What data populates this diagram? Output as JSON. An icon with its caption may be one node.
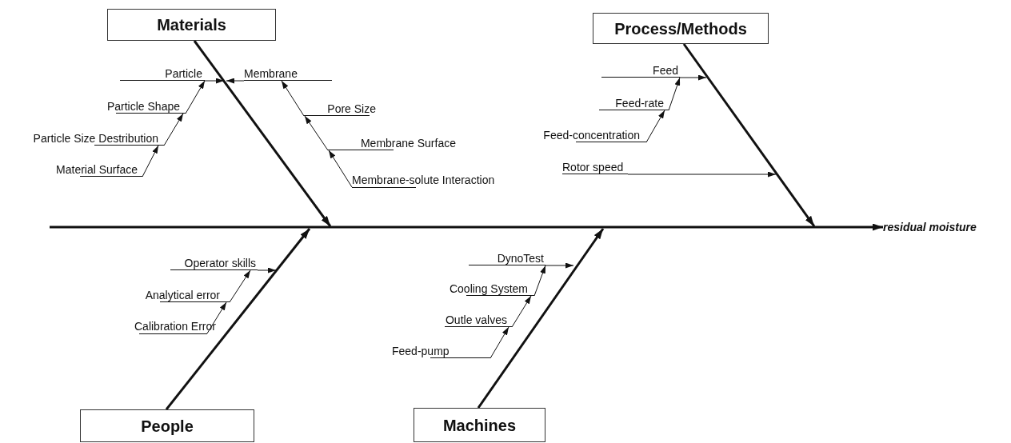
{
  "diagram": {
    "nodes": [
      {
        "text": [
          "Materials"
        ]
      },
      {
        "text": [
          "Particle"
        ]
      },
      {
        "text": [
          "Membrane"
        ]
      },
      {
        "text": [
          "Particle Shape"
        ]
      },
      {
        "text": [
          "Particle Size Destribution"
        ]
      },
      {
        "text": [
          "Material Surface"
        ]
      },
      {
        "text": [
          "Pore Size"
        ]
      },
      {
        "text": [
          "Membrane Surface"
        ]
      },
      {
        "text": [
          "Membrane-solute Interaction"
        ]
      },
      {
        "text": [
          "Process/Methods"
        ]
      },
      {
        "text": [
          "Feed"
        ]
      },
      {
        "text": [
          "Feed-rate"
        ]
      },
      {
        "text": [
          "Feed-concentration"
        ]
      },
      {
        "text": [
          "Rotor speed"
        ]
      },
      {
        "text": [
          "residual moisture"
        ]
      },
      {
        "text": [
          "Operator skills"
        ]
      },
      {
        "text": [
          "Analytical error"
        ]
      },
      {
        "text": [
          "Calibration Error"
        ]
      },
      {
        "text": [
          "People"
        ]
      },
      {
        "text": [
          "DynoTest"
        ]
      },
      {
        "text": [
          "Cooling System"
        ]
      },
      {
        "text": [
          "Outle valves"
        ]
      },
      {
        "text": [
          "Feed-pump"
        ]
      },
      {
        "text": [
          "Machines"
        ]
      }
    ],
    "edges": [
      {
        "from": 0,
        "to": null,
        "arrow": "to",
        "style": "thick"
      },
      {
        "from": 1,
        "to": null,
        "arrow": "to"
      },
      {
        "from": 2,
        "to": null,
        "arrow": "to"
      },
      {
        "from": 3,
        "to": 1,
        "arrow": "to"
      },
      {
        "from": 4,
        "to": 3,
        "arrow": "to"
      },
      {
        "from": 5,
        "to": 4,
        "arrow": "to"
      },
      {
        "from": 6,
        "to": 2,
        "arrow": "to"
      },
      {
        "from": 7,
        "to": 6,
        "arrow": "to"
      },
      {
        "from": 8,
        "to": 7,
        "arrow": "to"
      },
      {
        "from": 9,
        "to": null,
        "arrow": "to",
        "style": "thick"
      },
      {
        "from": 10,
        "to": null,
        "arrow": "to"
      },
      {
        "from": 11,
        "to": 10,
        "arrow": "to"
      },
      {
        "from": 12,
        "to": 11,
        "arrow": "to"
      },
      {
        "from": 13,
        "to": null,
        "arrow": "to"
      },
      {
        "from": null,
        "to": 14,
        "arrow": "to",
        "style": "thick"
      },
      {
        "from": 18,
        "to": null,
        "arrow": "to",
        "style": "thick"
      },
      {
        "from": 15,
        "to": null,
        "arrow": "to"
      },
      {
        "from": 16,
        "to": 15,
        "arrow": "to"
      },
      {
        "from": 17,
        "to": 16,
        "arrow": "to"
      },
      {
        "from": 23,
        "to": null,
        "arrow": "to",
        "style": "thick"
      },
      {
        "from": 19,
        "to": null,
        "arrow": "to"
      },
      {
        "from": 20,
        "to": 19,
        "arrow": "to"
      },
      {
        "from": 21,
        "to": 20,
        "arrow": "to"
      },
      {
        "from": 22,
        "to": 21,
        "arrow": "to"
      }
    ]
  }
}
